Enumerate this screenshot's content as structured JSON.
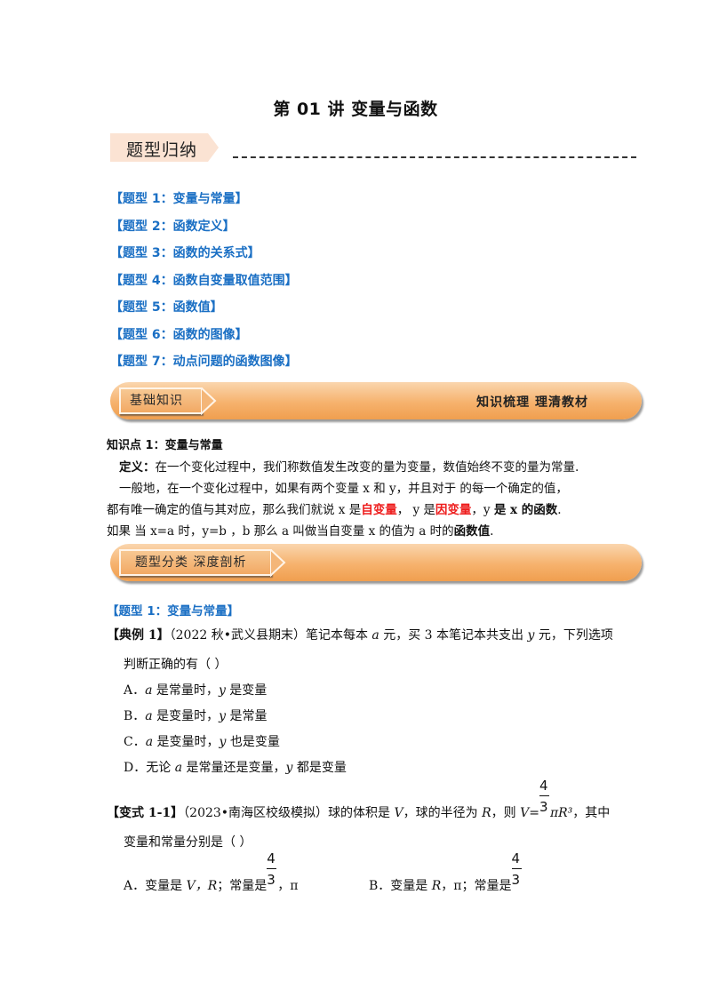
{
  "document": {
    "title": "第 01 讲  变量与函数",
    "section_tag": "题型归纳",
    "type_list": [
      "【题型 1：变量与常量】",
      "【题型 2：函数定义】",
      "【题型 3：函数的关系式】",
      "【题型 4：函数自变量取值范围】",
      "【题型 5：函数值】",
      "【题型 6：函数的图像】",
      "【题型 7：动点问题的函数图像】"
    ],
    "banner_basic": {
      "label": "基础知识",
      "right_label": "知识梳理    理清教材"
    },
    "knowledge_point": {
      "title": "知识点 1：变量与常量",
      "def_label": "定义：",
      "def_text": "在一个变化过程中，我们称数值发生改变的量为变量，数值始终不变的量为常量.",
      "line2": "一般地，在一个变化过程中，如果有两个变量 x 和  y，并且对于 的每一个确定的值，",
      "line3_a": "都有唯一确定的值与其对应，那么我们就说 x  是",
      "line3_red1": "自变量",
      "line3_b": "，   y 是",
      "line3_red2": "因变量",
      "line3_c": "，y ",
      "line3_bold": "是 x  的函数",
      "line3_end": ".",
      "line4_a": "如果  当  x=a 时，y=b  ，b 那么  a 叫做当自变量  x 的值为 a  时的",
      "line4_bold": "函数值",
      "line4_end": "."
    },
    "banner_types": {
      "label": "题型分类    深度剖析"
    },
    "type1_heading": "【题型 1：变量与常量】",
    "example1": {
      "tag": "【典例 1】",
      "source": "（2022 秋•武义县期末）",
      "text_a": "笔记本每本 ",
      "var_a": "a",
      "text_b": " 元，买 3 本笔记本共支出 ",
      "var_y": "y",
      "text_c": " 元，下列选项",
      "line2": "判断正确的有（        ）",
      "options": [
        {
          "label": "A．",
          "pre": "",
          "a": "a",
          "mid": " 是常量时，",
          "y": "y",
          "post": " 是变量"
        },
        {
          "label": "B．",
          "pre": "",
          "a": "a",
          "mid": " 是变量时，",
          "y": "y",
          "post": " 是常量"
        },
        {
          "label": "C．",
          "pre": "",
          "a": "a",
          "mid": " 是变量时，",
          "y": "y",
          "post": " 也是变量"
        },
        {
          "label": "D．",
          "pre": "无论 ",
          "a": "a",
          "mid": " 是常量还是变量，",
          "y": "y",
          "post": " 都是变量"
        }
      ]
    },
    "variant1_1": {
      "tag": "【变式 1-1】",
      "source": "（2023•南海区校级模拟）",
      "text_a": "球的体积是 ",
      "var_V": "V",
      "text_b": "，球的半径为 ",
      "var_R": "R",
      "text_c": "，则 ",
      "formula_lhs": "V=",
      "frac_num": "4",
      "frac_den": "3",
      "formula_rhs": "πR³",
      "text_d": "，其中",
      "line2": "变量和常量分别是（        ）",
      "option_a": {
        "label": "A．",
        "text1": "变量是 ",
        "vars": "V，R",
        "text2": "；常量是",
        "frac_num": "4",
        "frac_den": "3",
        "text3": "，π"
      },
      "option_b": {
        "label": "B．",
        "text1": "变量是 ",
        "vars": "R",
        "text2": "，π；常量是",
        "frac_num": "4",
        "frac_den": "3"
      }
    }
  },
  "colors": {
    "heading_blue": "#1a6fc4",
    "emphasis_red": "#ee1c1c",
    "banner_orange": "#f6b26d",
    "tag_peach": "#fbe3d3"
  }
}
